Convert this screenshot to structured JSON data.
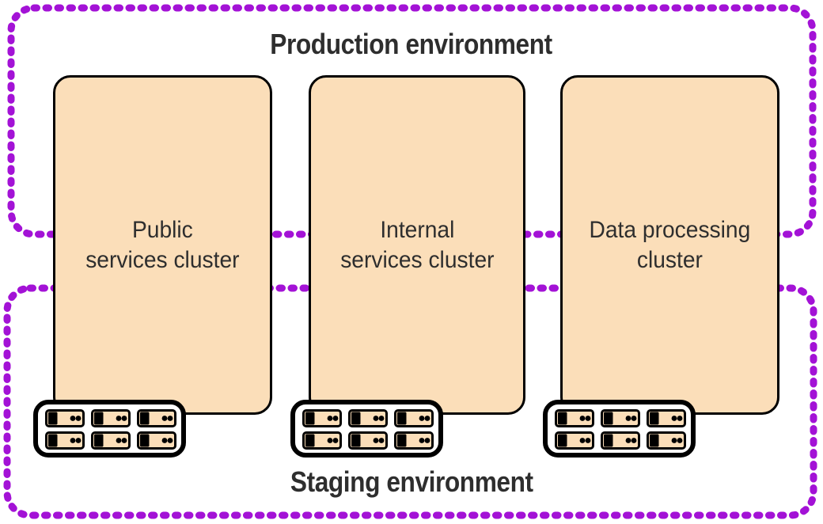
{
  "diagram": {
    "environments": {
      "production": {
        "label": "Production environment"
      },
      "staging": {
        "label": "Staging environment"
      }
    },
    "clusters": [
      {
        "line1": "Public",
        "line2": "services cluster"
      },
      {
        "line1": "Internal",
        "line2": "services cluster"
      },
      {
        "line1": "Data processing",
        "line2": "cluster"
      }
    ],
    "racks": {
      "count": 3,
      "servers_per_rack": 6
    },
    "colors": {
      "environment_border": "#A312D6",
      "cluster_fill": "#FBDEB9",
      "cluster_border": "#000000",
      "label_text": "#2E2E2E",
      "rack_fill": "#FFFFFF",
      "server_fill": "#FBDEB9",
      "background": "#FFFFFF"
    }
  }
}
